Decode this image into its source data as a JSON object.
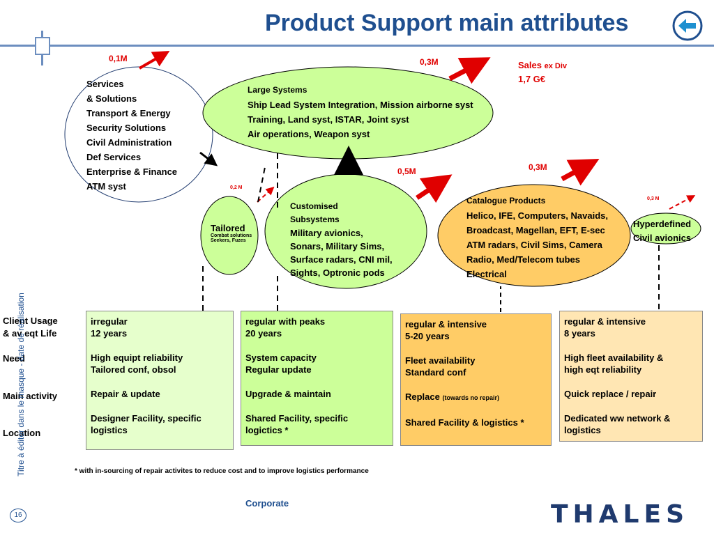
{
  "title": "Product Support main attributes",
  "vertical_label": "Titre à éditer dans le masque - date de réalisation",
  "page_number": "16",
  "footer_corporate": "Corporate",
  "logo_text": "THALES",
  "footnote": "* with in-sourcing of repair activites to reduce cost and to improve logistics performance",
  "sales": {
    "label": "Sales",
    "suffix": "ex Div",
    "value": "1,7 G€"
  },
  "growth": {
    "services": "0,1M",
    "large_systems": "0,3M",
    "tailored": "0,2 M",
    "customised": "0,5M",
    "catalogue": "0,3M",
    "hyperdefined": "0,3 M"
  },
  "ellipses": {
    "services": [
      "Services",
      "& Solutions",
      "Transport & Energy",
      "Security Solutions",
      "Civil Administration",
      "Def Services",
      "Enterprise & Finance",
      "ATM syst"
    ],
    "large_systems": [
      "Large Systems",
      "Ship Lead System Integration, Mission airborne syst",
      "Training, Land syst, ISTAR, Joint syst",
      "Air operations, Weapon syst"
    ],
    "tailored": {
      "title": "Tailored",
      "sub1": "Combat solutions",
      "sub2": "Seekers, Fuzes"
    },
    "customised": [
      "Customised",
      "Subsystems",
      "Military  avionics,",
      "Sonars, Military Sims,",
      "Surface radars, CNI mil,",
      "Sights, Optronic pods"
    ],
    "catalogue": [
      "Catalogue Products",
      "Helico, IFE, Computers, Navaids,",
      "Broadcast, Magellan, EFT, E-sec",
      "ATM radars, Civil Sims, Camera",
      "Radio, Med/Telecom tubes",
      "Electrical"
    ],
    "hyperdefined": [
      "Hyperdefined",
      "Civil avionics"
    ]
  },
  "row_labels": {
    "usage": "Client Usage",
    "usage2": "& av eqt Life",
    "need": "Need",
    "activity": "Main activity",
    "location": "Location"
  },
  "boxes": [
    {
      "usage": "irregular",
      "life": "12 years",
      "need1": "High equipt reliability",
      "need2": "Tailored conf, obsol",
      "activity": "Repair & update",
      "activity_note": "",
      "loc1": "Designer Facility, specific",
      "loc2": "logistics"
    },
    {
      "usage": "regular with peaks",
      "life": "20 years",
      "need1": "System capacity",
      "need2": "Regular update",
      "activity": "Upgrade & maintain",
      "activity_note": "",
      "loc1": "Shared Facility, specific",
      "loc2": "logictics *"
    },
    {
      "usage": "regular & intensive",
      "life": "5-20 years",
      "need1": "Fleet availability",
      "need2": "Standard conf",
      "activity": "Replace",
      "activity_note": "(towards no repair)",
      "loc1": "Shared Facility & logistics *",
      "loc2": ""
    },
    {
      "usage": "regular & intensive",
      "life": "8 years",
      "need1": "High fleet availability &",
      "need2": "high eqt reliability",
      "activity": "Quick replace / repair",
      "activity_note": "",
      "loc1": "Dedicated ww network &",
      "loc2": "logistics"
    }
  ],
  "colors": {
    "title": "#1f4f8f",
    "green_fill": "#ccff99",
    "orange_fill": "#ffcc66",
    "light_green_box": "#e6ffcc",
    "light_orange_box": "#ffe6b3",
    "arrow_red": "#e00000"
  }
}
